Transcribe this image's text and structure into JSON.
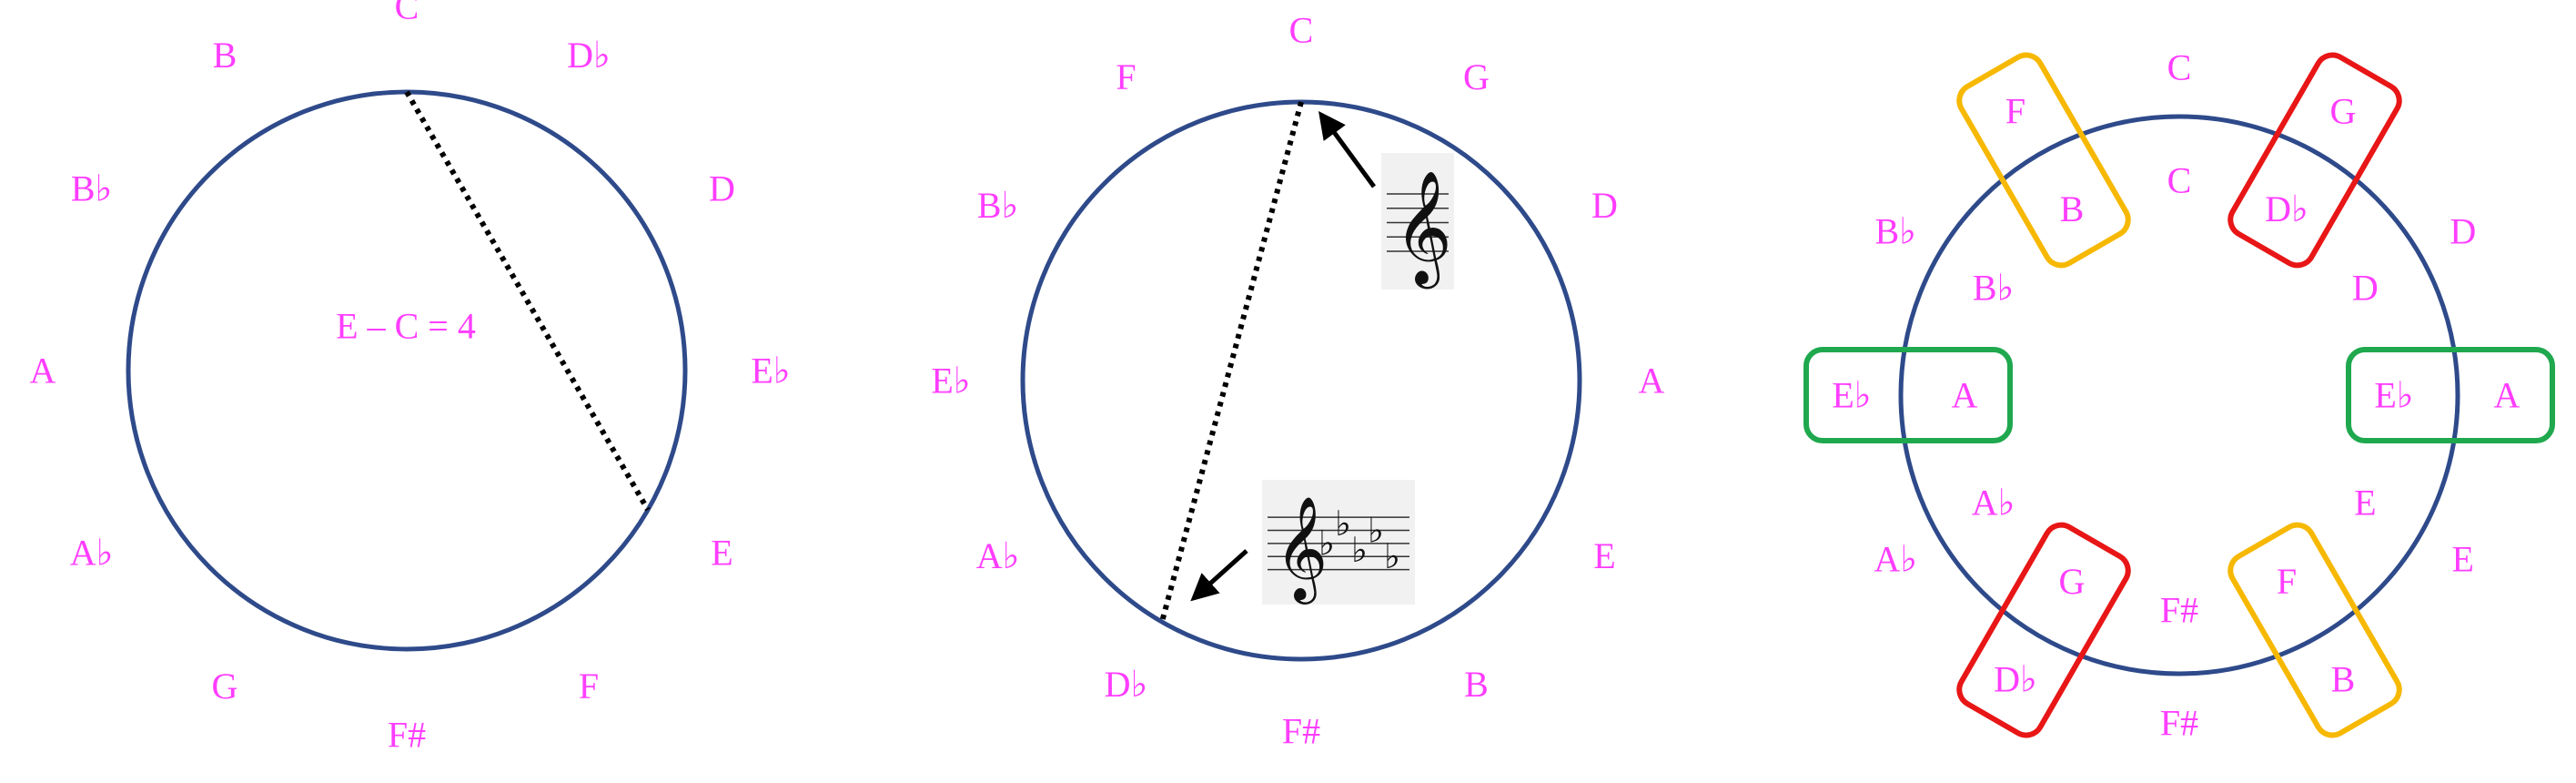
{
  "colors": {
    "circle": "#2e4a8a",
    "label": "#ff3dff",
    "line": "#000000",
    "yellow": "#f6b800",
    "red": "#e81616",
    "green": "#1fa84e",
    "staff_bg": "#f1f1f1"
  },
  "panel1": {
    "labels": [
      "C",
      "D♭",
      "D",
      "E♭",
      "E",
      "F",
      "F#",
      "G",
      "A♭",
      "A",
      "B♭",
      "B"
    ],
    "annotation": "E – C = 4"
  },
  "panel2": {
    "labels": [
      "C",
      "G",
      "D",
      "A",
      "E",
      "B",
      "F#",
      "D♭",
      "A♭",
      "E♭",
      "B♭",
      "F"
    ],
    "treble_icon": "treble-clef-icon",
    "key_signature_icon": "treble-clef-five-flats-icon"
  },
  "panel3": {
    "inner_labels": [
      "C",
      "D♭",
      "D",
      "E♭",
      "E",
      "F",
      "F#",
      "G",
      "A♭",
      "A",
      "B♭",
      "B"
    ],
    "outer_labels": [
      "C",
      "G",
      "D",
      "A",
      "E",
      "B",
      "F#",
      "D♭",
      "A♭",
      "E♭",
      "B♭",
      "F"
    ],
    "pairs": [
      {
        "outer": "F",
        "inner": "B",
        "color": "yellow"
      },
      {
        "outer": "G",
        "inner": "D♭",
        "color": "red"
      },
      {
        "outer": "A",
        "inner": "E♭",
        "color": "green"
      },
      {
        "outer": "B",
        "inner": "F",
        "color": "yellow"
      },
      {
        "outer": "D♭",
        "inner": "G",
        "color": "red"
      },
      {
        "outer": "E♭",
        "inner": "A",
        "color": "green"
      }
    ]
  }
}
